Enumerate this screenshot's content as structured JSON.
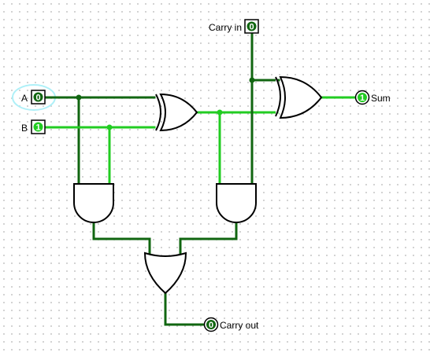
{
  "circuit": {
    "colors": {
      "wire_on": "#22cc22",
      "wire_off": "#116611",
      "pin_on": "#22cc22",
      "pin_off": "#116611",
      "selection": "#aef0f8"
    },
    "inputs": [
      {
        "id": "a",
        "label": "A",
        "value": "0"
      },
      {
        "id": "b",
        "label": "B",
        "value": "1"
      },
      {
        "id": "cin",
        "label": "Carry in",
        "value": "0"
      }
    ],
    "outputs": [
      {
        "id": "sum",
        "label": "Sum",
        "value": "1"
      },
      {
        "id": "cout",
        "label": "Carry out",
        "value": "0"
      }
    ],
    "gates": [
      "XOR",
      "XOR",
      "AND",
      "AND",
      "OR"
    ]
  }
}
